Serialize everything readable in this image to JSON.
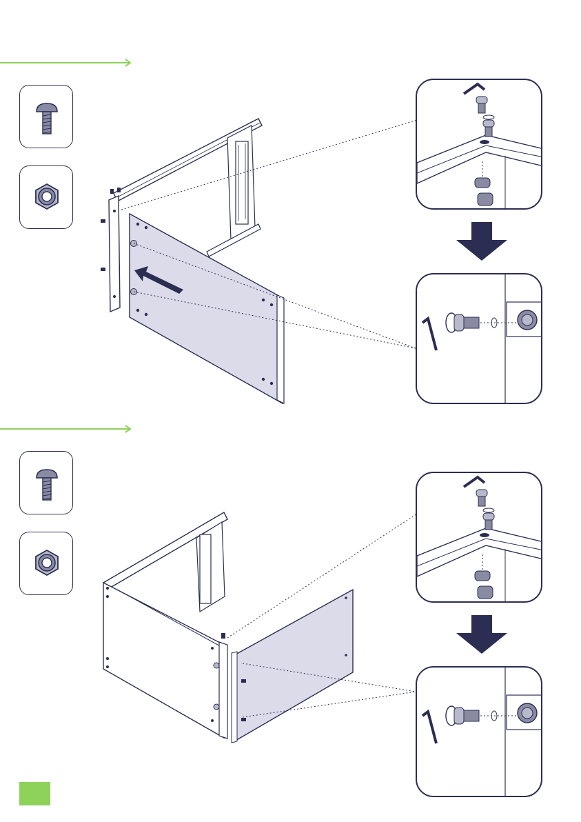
{
  "page": {
    "accent_color": "#8ed25a",
    "ink_color": "#2b2d52",
    "panel_fill": "#dcdbe9",
    "page_number": ""
  },
  "steps": [
    {
      "parts": [
        {
          "icon": "bolt-icon",
          "qty": ""
        },
        {
          "icon": "hex-nut-icon",
          "qty": ""
        }
      ],
      "details": [
        "vertical-bolt-detail",
        "horizontal-bolt-detail"
      ]
    },
    {
      "parts": [
        {
          "icon": "bolt-icon",
          "qty": ""
        },
        {
          "icon": "hex-nut-icon",
          "qty": ""
        }
      ],
      "details": [
        "vertical-bolt-detail",
        "horizontal-bolt-detail"
      ]
    }
  ]
}
